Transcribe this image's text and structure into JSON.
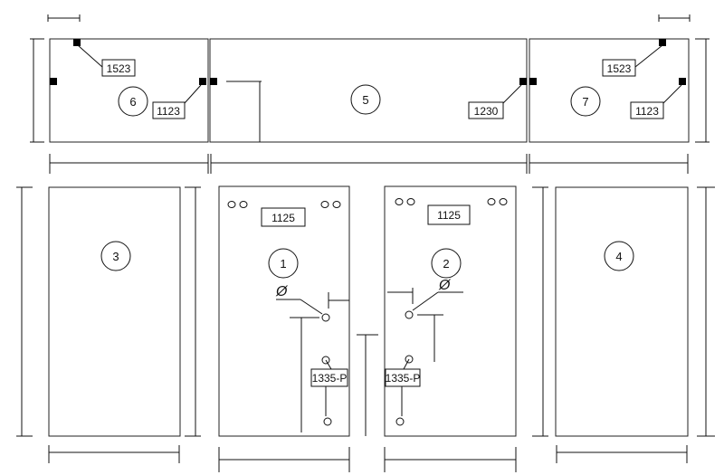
{
  "panels": {
    "p1": {
      "number": "1",
      "label": "1125",
      "fitting": "1335-P",
      "diameter_symbol": "Ø"
    },
    "p2": {
      "number": "2",
      "label": "1125",
      "fitting": "1335-P",
      "diameter_symbol": "Ø"
    },
    "p3": {
      "number": "3"
    },
    "p4": {
      "number": "4"
    },
    "p5": {
      "number": "5",
      "label": "1230"
    },
    "p6": {
      "number": "6",
      "label_top": "1523",
      "label_side": "1123"
    },
    "p7": {
      "number": "7",
      "label_top": "1523",
      "label_side": "1123"
    }
  },
  "colors": {
    "line": "#111111",
    "background": "#ffffff"
  }
}
